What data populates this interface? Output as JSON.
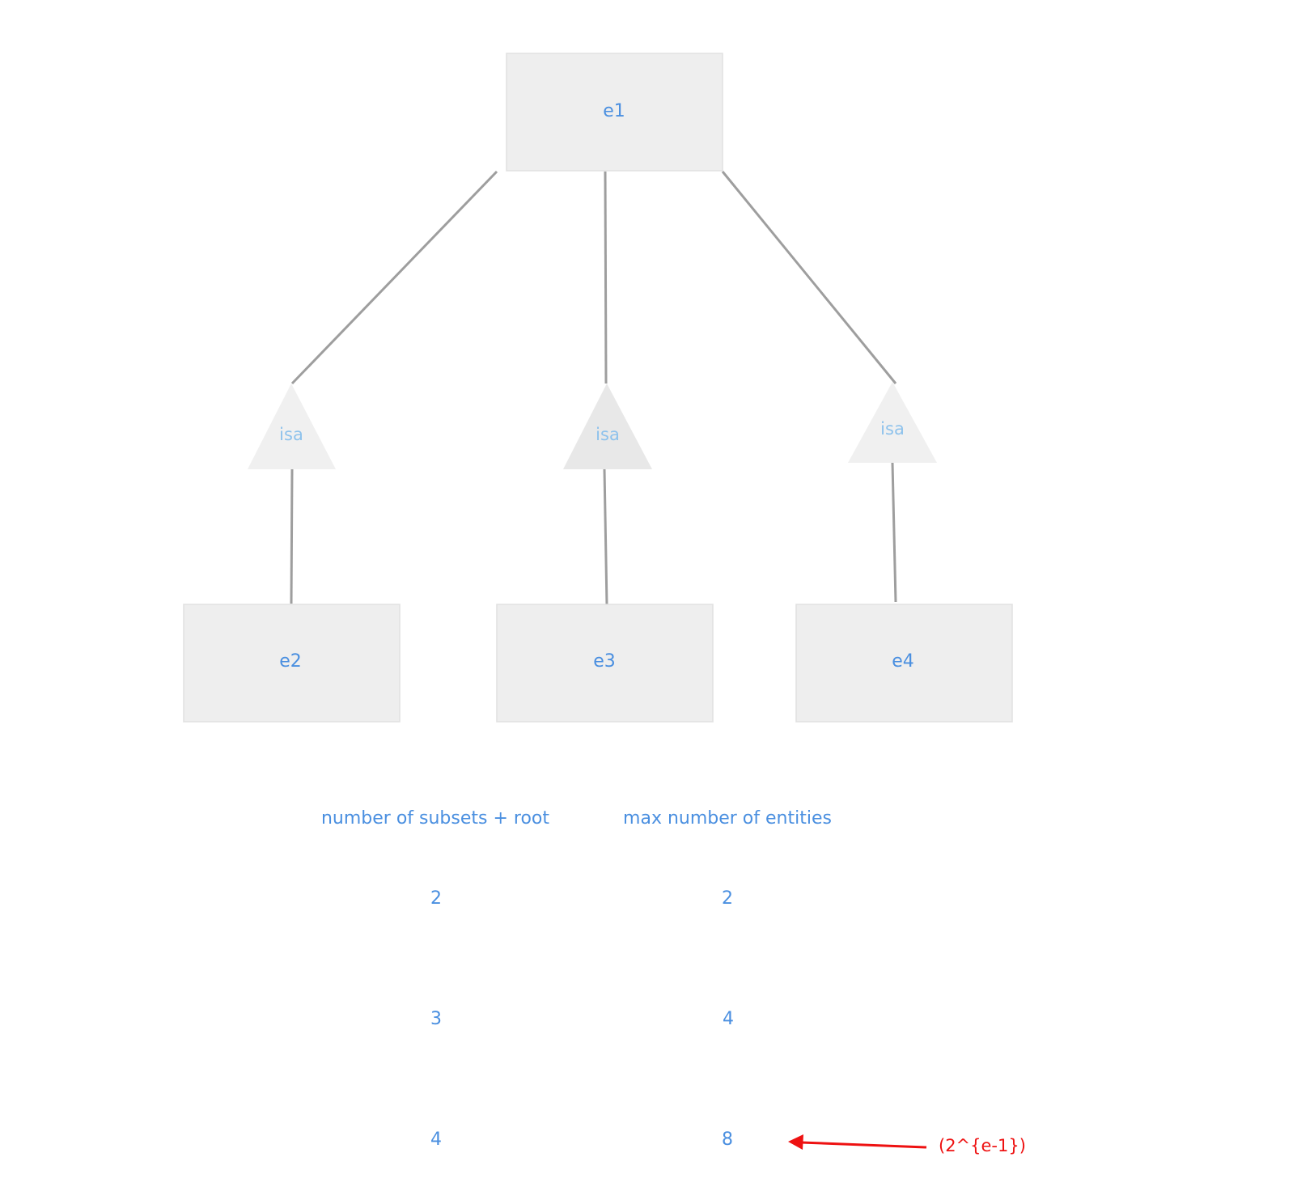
{
  "entities": {
    "root": "e1",
    "child_1": "e2",
    "child_2": "e3",
    "child_3": "e4"
  },
  "isa_labels": [
    "isa",
    "isa",
    "isa"
  ],
  "table": {
    "header_left": "number of subsets + root",
    "header_right": "max number of entities",
    "rows": [
      {
        "subsets": "2",
        "max_entities": "2"
      },
      {
        "subsets": "3",
        "max_entities": "4"
      },
      {
        "subsets": "4",
        "max_entities": "8"
      }
    ]
  },
  "annotation": {
    "formula": "(2^{e-1})",
    "color": "#ee1111"
  },
  "colors": {
    "text": "#4a8fe0",
    "isa_text": "#8ec2ec",
    "box_fill": "#eeeeee",
    "line": "#9e9e9e"
  }
}
